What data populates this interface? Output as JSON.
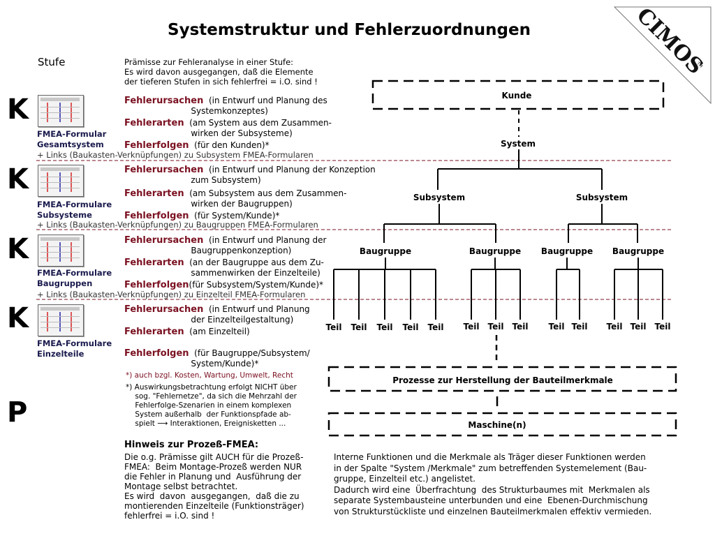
{
  "title": "Systemstruktur und Fehlerzuordnungen",
  "stufe": "Stufe",
  "premise": "Prämisse zur Fehleranalyse in einer Stufe:\nEs wird davon ausgegangen, daß die Elemente\nder tieferen Stufen in sich fehlerfrei = i.O. sind !",
  "logo": {
    "text": "CIMOS",
    "tm": "TM"
  },
  "levels": [
    {
      "letter": "K",
      "form_label": "FMEA-Formular\nGesamtsystem",
      "links": "+ Links (Baukasten-Verknüpfungen) zu Subsystem FMEA-Formularen",
      "entries": [
        {
          "keyword": "Fehlerursachen",
          "text": "  (in Entwurf und Planung des\n                         Systemkonzeptes)"
        },
        {
          "keyword": "Fehlerarten",
          "text": "  (am System aus dem Zusammen-\n                         wirken der Subsysteme)"
        },
        {
          "keyword": "Fehlerfolgen",
          "text": "  (für den Kunden)*"
        }
      ]
    },
    {
      "letter": "K",
      "form_label": "FMEA-Formulare\nSubsysteme",
      "links": "+ Links (Baukasten-Verknüpfungen) zu Baugruppen FMEA-Formularen",
      "entries": [
        {
          "keyword": "Fehlerursachen",
          "text": "  (in Entwurf und Planung der Konzeption\n                         zum Subsystem)"
        },
        {
          "keyword": "Fehlerarten",
          "text": "  (am Subsystem aus dem Zusammen-\n                         wirken der Baugruppen)"
        },
        {
          "keyword": "Fehlerfolgen",
          "text": "  (für System/Kunde)*"
        }
      ]
    },
    {
      "letter": "K",
      "form_label": "FMEA-Formulare\nBaugruppen",
      "links": "+ Links (Baukasten-Verknüpfungen) zu Einzelteil FMEA-Formularen",
      "entries": [
        {
          "keyword": "Fehlerursachen",
          "text": "  (in Entwurf und Planung der\n                         Baugruppenkonzeption)"
        },
        {
          "keyword": "Fehlerarten",
          "text": "  (an der Baugruppe aus dem Zu-\n                         sammenwirken der Einzelteile)"
        },
        {
          "keyword": "Fehlerfolgen",
          "text": "(für Subsystem/System/Kunde)*"
        }
      ]
    },
    {
      "letter": "K",
      "form_label": "FMEA-Formulare\nEinzelteile",
      "links": "",
      "entries": [
        {
          "keyword": "Fehlerursachen",
          "text": "  (in Entwurf und Planung\n                         der Einzelteilgestaltung)"
        },
        {
          "keyword": "Fehlerarten",
          "text": "  (am Einzelteil)"
        },
        {
          "keyword": "Fehlerfolgen",
          "text": "  (für Baugruppe/Subsystem/\n                         System/Kunde)*"
        }
      ]
    }
  ],
  "process_letter": "P",
  "notes": [
    "*) auch bzgl. Kosten, Wartung, Umwelt, Recht",
    "*) Auswirkungsbetrachtung erfolgt NICHT über\n    sog. \"Fehlernetze\", da sich die Mehrzahl der\n    Fehlerfolge-Szenarien in einem komplexen\n    System außerhalb  der Funktionspfade ab-\n    spielt ⟶ Interaktionen, Ereignisketten ..."
  ],
  "hinweis_title": "Hinweis zur Prozeß-FMEA:",
  "hinweis_text": "Die o.g. Prämisse gilt AUCH für die Prozeß-\nFMEA:  Beim Montage-Prozeß werden NUR\ndie Fehler in Planung und  Ausführung der\nMontage selbst betrachtet.\nEs wird  davon  ausgegangen,  daß die zu\nmontierenden Einzelteile (Funktionsträger)\nfehlerfrei = i.O. sind !",
  "tree": {
    "kunde": "Kunde",
    "system": "System",
    "subsystems": [
      "Subsystem",
      "Subsystem"
    ],
    "baugruppen": [
      "Baugruppe",
      "Baugruppe",
      "Baugruppe",
      "Baugruppe"
    ],
    "teile_groups": [
      [
        "Teil",
        "Teil",
        "Teil",
        "Teil",
        "Teil"
      ],
      [
        "Teil",
        "Teil",
        "Teil"
      ],
      [
        "Teil",
        "Teil"
      ],
      [
        "Teil",
        "Teil",
        "Teil"
      ]
    ],
    "process": "Prozesse zur Herstellung der Bauteilmerkmale",
    "machine": "Maschine(n)"
  },
  "info_text": "Interne Funktionen und die Merkmale als Träger dieser Funktionen werden\nin der Spalte \"System /Merkmale\" zum betreffenden Systemelement (Bau-\ngruppe, Einzelteil etc.) angelistet.\nDadurch wird eine  Überfrachtung  des Strukturbaumes mit  Merkmalen als\nseparate Systembausteine unterbunden und eine  Ebenen-Durchmischung\nvon Strukturstückliste und einzelnen Bauteilmerkmalen effektiv vermieden."
}
